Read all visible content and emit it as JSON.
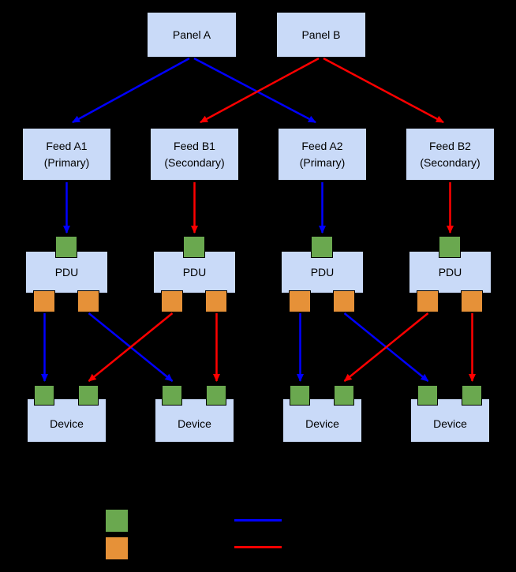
{
  "colors": {
    "background": "#000000",
    "box_fill": "#c9daf8",
    "box_border": "#000000",
    "label_text": "#000000",
    "input_port": "#6aa84f",
    "output_port": "#e69138",
    "primary_path": "#0000ff",
    "secondary_path": "#ff0000"
  },
  "panels": [
    {
      "label": "Panel A"
    },
    {
      "label": "Panel B"
    }
  ],
  "feeds": [
    {
      "line1": "Feed A1",
      "line2": "(Primary)"
    },
    {
      "line1": "Feed B1",
      "line2": "(Secondary)"
    },
    {
      "line1": "Feed A2",
      "line2": "(Primary)"
    },
    {
      "line1": "Feed B2",
      "line2": "(Secondary)"
    }
  ],
  "pdus": [
    {
      "label": "PDU"
    },
    {
      "label": "PDU"
    },
    {
      "label": "PDU"
    },
    {
      "label": "PDU"
    }
  ],
  "devices": [
    {
      "label": "Device"
    },
    {
      "label": "Device"
    },
    {
      "label": "Device"
    },
    {
      "label": "Device"
    }
  ],
  "legend": {
    "input_port_swatch": "green-square",
    "output_port_swatch": "orange-square",
    "primary_line_swatch": "blue-line",
    "secondary_line_swatch": "red-line"
  }
}
